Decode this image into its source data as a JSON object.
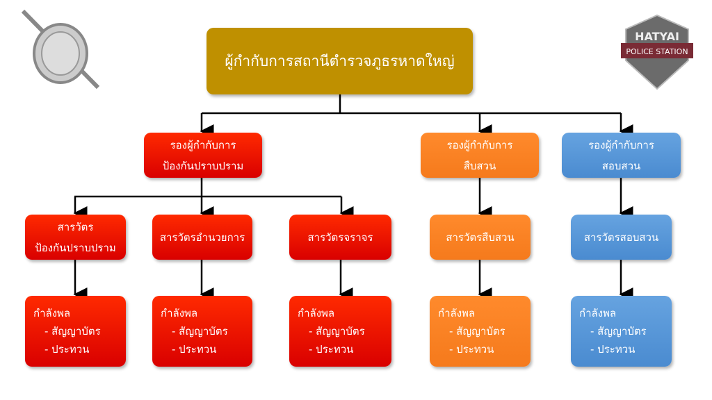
{
  "logos": {
    "left": "police-seal",
    "right": {
      "line1": "HATYAI",
      "line2": "POLICE STATION"
    }
  },
  "top": "ผู้กำกับการสถานีตำรวจภูธรหาดใหญ่",
  "deputies": [
    {
      "line1": "รองผู้กำกับการ",
      "line2": "ป้องกันปราบปราม"
    },
    {
      "line1": "รองผู้กำกับการ",
      "line2": "สืบสวน"
    },
    {
      "line1": "รองผู้กำกับการ",
      "line2": "สอบสวน"
    }
  ],
  "inspectors": [
    {
      "line1": "สารวัตร",
      "line2": "ป้องกันปราบปราม"
    },
    {
      "line1": "สารวัตรอำนวยการ",
      "line2": ""
    },
    {
      "line1": "สารวัตรจราจร",
      "line2": ""
    },
    {
      "line1": "สารวัตรสืบสวน",
      "line2": ""
    },
    {
      "line1": "สารวัตรสอบสวน",
      "line2": ""
    }
  ],
  "staff": {
    "title": "กำลังพล",
    "item1": "- สัญญาบัตร",
    "item2": "- ประทวน"
  },
  "colors": {
    "gold": "#bf9000",
    "red": "#ff1a00",
    "orange": "#ff8a2c",
    "blue": "#5b9bd5"
  }
}
